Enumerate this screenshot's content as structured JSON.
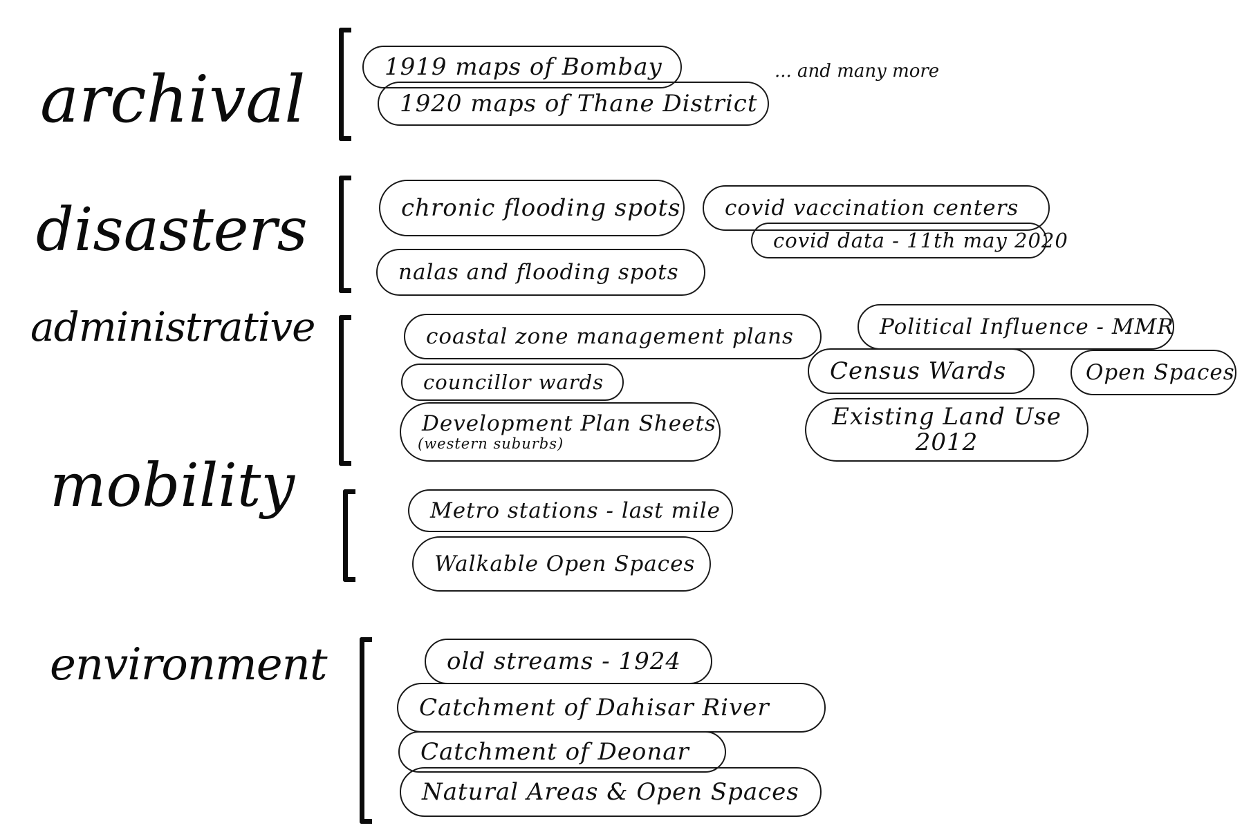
{
  "categories": {
    "archival": "archival",
    "disasters": "disasters",
    "administrative": "administrative",
    "mobility": "mobility",
    "environment": "environment"
  },
  "archival": {
    "items": [
      "1919 maps of Bombay",
      "1920 maps of Thane District"
    ],
    "note": "... and many more"
  },
  "disasters": {
    "items": [
      "chronic flooding spots",
      "nalas and flooding spots",
      "covid vaccination centers",
      "covid data - 11th may 2020"
    ]
  },
  "administrative": {
    "items": [
      "coastal zone management plans",
      "councillor wards",
      "Development Plan Sheets",
      "Political Influence - MMR",
      "Census Wards",
      "Open Spaces",
      "Existing Land Use",
      "2012"
    ],
    "development_sub": "(western suburbs)"
  },
  "mobility": {
    "items": [
      "Metro stations - last mile",
      "Walkable Open Spaces"
    ]
  },
  "environment": {
    "items": [
      "old streams - 1924",
      "Catchment of Dahisar River",
      "Catchment of Deonar",
      "Natural Areas & Open Spaces"
    ]
  },
  "colors": {
    "ink": "#111111",
    "background": "#ffffff"
  }
}
